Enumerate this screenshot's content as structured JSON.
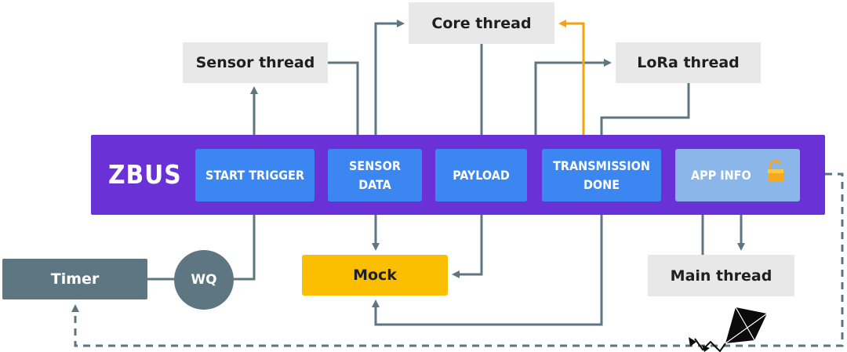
{
  "threads": {
    "core": "Core thread",
    "sensor": "Sensor thread",
    "lora": "LoRa thread",
    "main": "Main thread"
  },
  "bus": {
    "title": "ZBUS",
    "channels": {
      "start_trigger": "START TRIGGER",
      "sensor_data": "SENSOR\nDATA",
      "payload": "PAYLOAD",
      "transmission_done": "TRANSMISSION\nDONE",
      "app_info": "APP INFO"
    }
  },
  "timer": "Timer",
  "wq": "WQ",
  "mock": "Mock",
  "colors": {
    "bus": "#6a32d6",
    "channel": "#3b86f0",
    "channel_locked": "#8ab6ea",
    "thread": "#e8e8e8",
    "timer": "#5d7681",
    "mock": "#fbbe00",
    "arrow": "#5d7681",
    "highlight_arrow": "#f5a20f"
  },
  "icons": [
    "lock-icon",
    "kite-icon"
  ]
}
